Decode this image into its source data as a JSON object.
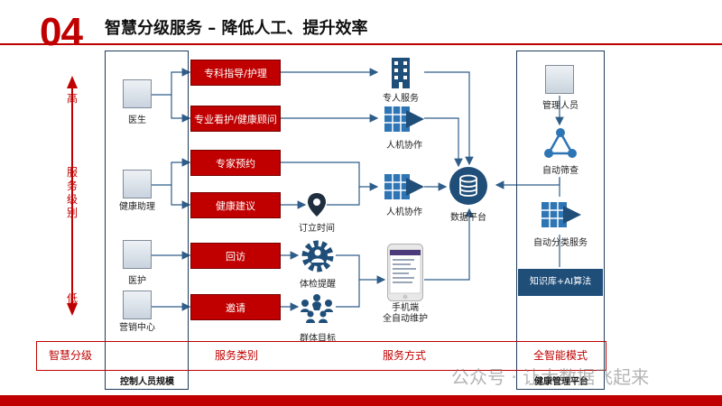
{
  "header": {
    "section_number": "04",
    "title": "智慧分级服务 – 降低人工、提升效率"
  },
  "level_axis": {
    "top": "高",
    "middle": "服务级别",
    "bottom": "低"
  },
  "roles": [
    "医生",
    "健康助理",
    "医护",
    "营销中心"
  ],
  "services": [
    "专科指导/护理",
    "专业看护/健康顾问",
    "专家预约",
    "健康建议",
    "回访",
    "邀请"
  ],
  "middle_labels": {
    "dedicated": "专人服务",
    "collab1": "人机协作",
    "collab2": "人机协作",
    "appointment": "订立时间",
    "checkup": "体检提醒",
    "group": "群体目标",
    "mobile": "手机端\n全自动维护",
    "data": "数据平台"
  },
  "right_panel": {
    "manager": "管理人员",
    "screening": "自动筛查",
    "classify": "自动分类服务",
    "knowledge": "知识库+AI算法",
    "platform": "健康管理平台"
  },
  "left_frame_caption": "控制人员规模",
  "categories": [
    "智慧分级",
    "服务类别",
    "服务方式",
    "全智能模式"
  ],
  "watermark": "公众号 · 让大数据飞起来",
  "colors": {
    "brand_red": "#c00000",
    "navy": "#1f4e79",
    "sky": "#2e75b6"
  }
}
